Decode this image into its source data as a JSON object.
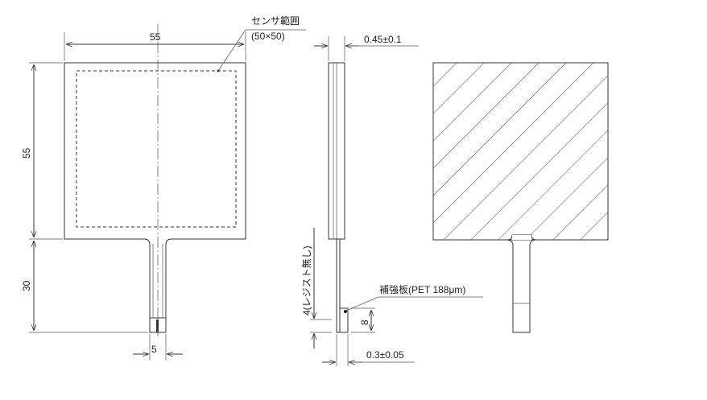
{
  "front_view": {
    "width_dim": "55",
    "height_dim": "55",
    "tail_dim": "30",
    "tail_width_dim": "5",
    "sensor_label": "センサ範囲",
    "sensor_size": "(50×50)"
  },
  "side_view": {
    "thickness_dim": "0.45±0.1",
    "tail_thickness_dim": "0.3±0.05",
    "resist_dim": "4(レジスト無し)",
    "stiffener_dim": "8",
    "stiffener_label": "補強板(PET 188μm)"
  }
}
